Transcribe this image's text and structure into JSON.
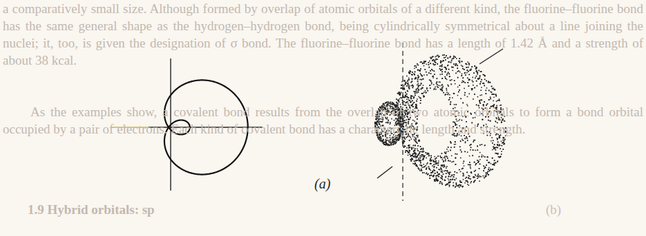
{
  "diagram": {
    "labels": [
      "a comparatively small size. Although formed by overlap of atomic orbitals of a different kind, the fluorine–fluorine bond has the same general shape as the hydrogen–hydrogen bond, being cylindrically symmetrical about a line joining the nuclei; it, too, is given the designation of σ bond. The fluorine–fluorine bond has a length of 1.42 Å and a strength of about 38 kcal.",
      "As the examples show, a covalent bond results from the overlap of two atomic orbitals to form a bond orbital occupied by a pair of electrons. Each kind of covalent bond has a characteristic length and strength.",
      "(a)",
      "1.9 Hybrid orbitals: sp",
      "(b)"
    ]
  }
}
